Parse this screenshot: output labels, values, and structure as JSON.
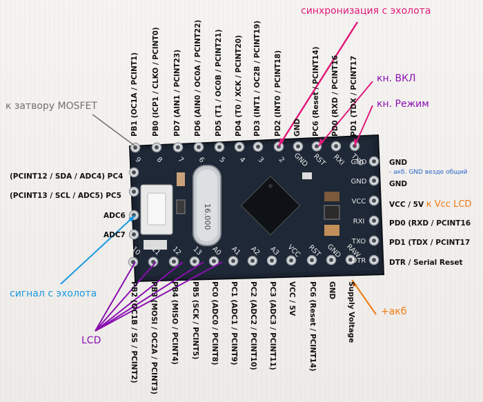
{
  "colors": {
    "pink": "#e0197a",
    "purple": "#8a0fb0",
    "blue": "#1a98e0",
    "orange": "#f07a12",
    "gray": "#707070",
    "board": "#1b2330"
  },
  "top_pins": [
    "PB1 (OC1A / PCINT1)",
    "PB0 (ICP1 / CLKO / PCINT0)",
    "PD7 (AIN1 / PCINT23)",
    "PD6 (AIN0 / OC0A / PCINT22)",
    "PD5 (T1 / OC0B / PCINT21)",
    "PD4 (T0 / XCK / PCINT20)",
    "PD3 (INT1 / OC2B / PCINT19)",
    "PD2 (INT0 / PCINT18)",
    "GND",
    "PC6 (Reset / PCINT14)",
    "PD0 (RXD / PCINT16",
    "PD1 (TDX / PCINT17"
  ],
  "bottom_pins": [
    "PB2 (OC1B / SS / PCINT2)",
    "PB3 (MOSI / OC2A / PCINT3)",
    "PB4 (MISO / PCINT4)",
    "PB5 (SCK / PCINT5)",
    "PC0 (ADC0 / PCINT8)",
    "PC1 (ADC1 / PCINT9)",
    "PC2 (ADC2 / PCINT10)",
    "PC3 (ADC3 / PCINT11)",
    "VCC / 5V",
    "PC6 (Reset / PCINT14)",
    "GND",
    "Supply Voltage"
  ],
  "left_pins": [
    "(PCINT12 / SDA / ADC4) PC4",
    "(PCINT13 / SCL / ADC5) PC5",
    "ADC6",
    "ADC7"
  ],
  "right_pins": {
    "gnd1": "GND",
    "gnd_note": "- акб. GND везде общий",
    "gnd2": "GND",
    "vcc": "VCC / 5V",
    "vcc_note": "к Vcc LCD",
    "rx": "PD0 (RXD / PCINT16",
    "tx": "PD1 (TDX / PCINT17",
    "dtr": "DTR / Serial Reset"
  },
  "annotations": {
    "sync": "синхронизация с эхолота",
    "btn_on": "кн. ВКЛ",
    "btn_mode": "кн. Режим",
    "mosfet": "к затвору MOSFET",
    "signal": "сигнал с эхолота",
    "lcd": "LCD",
    "battery": "+акб"
  },
  "silkscreen": {
    "top": [
      "9",
      "8",
      "7",
      "6",
      "5",
      "4",
      "3",
      "2",
      "GND",
      "RST",
      "RXI",
      "TXO"
    ],
    "bottom": [
      "10",
      "11",
      "12",
      "13",
      "A0",
      "A1",
      "A2",
      "A3",
      "VCC",
      "RST",
      "GND",
      "RAW"
    ],
    "right": [
      "GND",
      "GND",
      "VCC",
      "RXI",
      "TXO",
      "DTR"
    ],
    "crystal": "16.000"
  }
}
